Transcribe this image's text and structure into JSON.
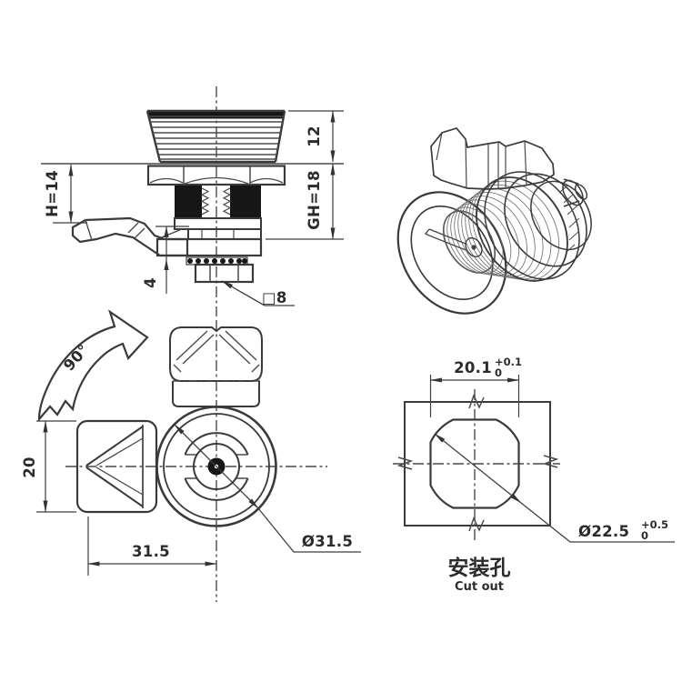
{
  "front": {
    "dim_knob_height": "12",
    "dim_grip_height": "H=14",
    "dim_body_height": "GH=18",
    "dim_cam_travel": "4",
    "spindle_label": "□8"
  },
  "top": {
    "rotation_label": "90°",
    "dim_cam_width": "20",
    "dim_cam_length": "31.5",
    "knob_diameter_label": "Ø31.5"
  },
  "cutout": {
    "dim_width": "20.1",
    "dim_width_tol_top": "+0.1",
    "dim_width_tol_bottom": "0",
    "hole_diameter_label": "Ø22.5",
    "hole_tol_top": "+0.5",
    "hole_tol_bottom": "0",
    "caption_zh": "安装孔",
    "caption_en": "Cut out"
  },
  "colors": {
    "line": "#3a3a3a",
    "solid_fill": "#161616",
    "background": "#ffffff"
  }
}
